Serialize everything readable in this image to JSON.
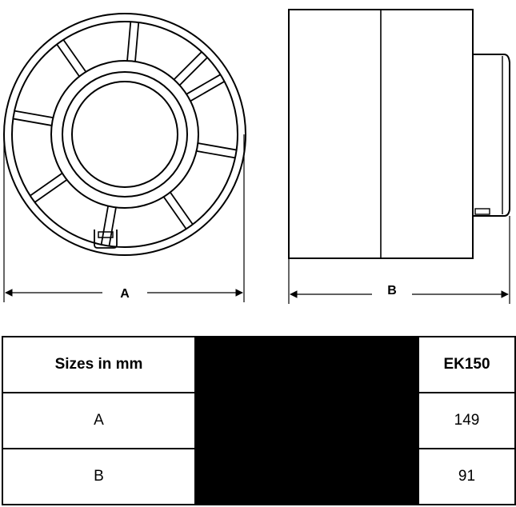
{
  "drawing": {
    "front_view_dimension_label": "A",
    "side_view_dimension_label": "B",
    "line_color": "#000000",
    "background_color": "#ffffff"
  },
  "table": {
    "header": {
      "label": "Sizes in mm",
      "model": "EK150"
    },
    "redacted_color": "#000000",
    "rows": [
      {
        "dimension": "A",
        "value": "149"
      },
      {
        "dimension": "B",
        "value": "91"
      }
    ]
  }
}
